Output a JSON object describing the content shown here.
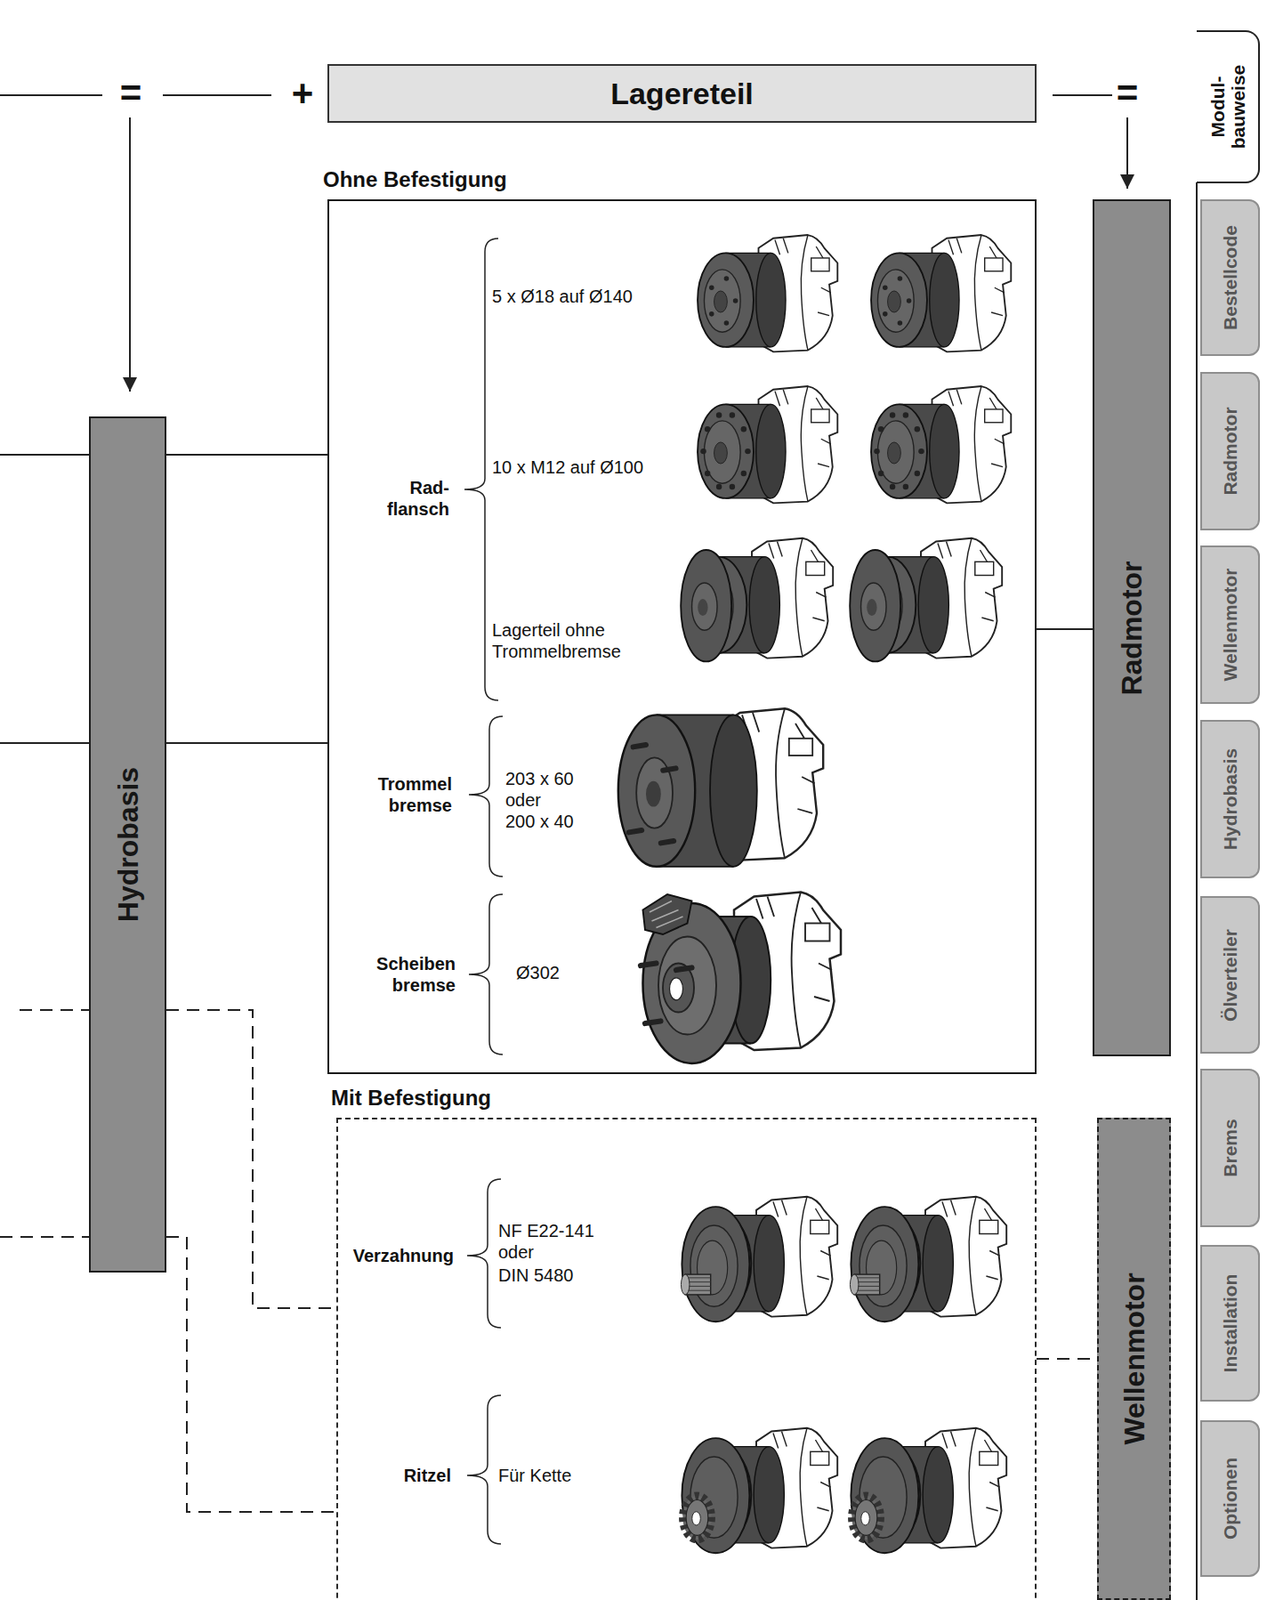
{
  "diagram": {
    "nodes": [
      {
        "text": [
          "Lagereteil"
        ]
      },
      {
        "text": [
          "Hydrobasis"
        ]
      },
      {
        "text": [
          "Ohne Befestigung"
        ]
      },
      {
        "text": [
          "Radmotor"
        ]
      },
      {
        "text": [
          "Mit Befestigung"
        ]
      },
      {
        "text": [
          "Wellenmotor"
        ]
      },
      {
        "text": [
          "Modul- bauweise"
        ]
      },
      {
        "text": [
          "Bestellcode"
        ]
      },
      {
        "text": [
          "Radmotor"
        ]
      },
      {
        "text": [
          "Wellenmotor"
        ]
      },
      {
        "text": [
          "Hydrobasis"
        ]
      },
      {
        "text": [
          "Ölverteiler"
        ]
      },
      {
        "text": [
          "Brems"
        ]
      },
      {
        "text": [
          "Installation"
        ]
      },
      {
        "text": [
          "Optionen"
        ]
      }
    ],
    "edges": [
      {
        "from": 1,
        "to": 2,
        "arrow": "none"
      },
      {
        "from": 1,
        "to": 2,
        "arrow": "none"
      },
      {
        "from": 2,
        "to": 3,
        "arrow": "none"
      },
      {
        "from": 1,
        "to": 4,
        "arrow": "none"
      },
      {
        "from": 1,
        "to": 4,
        "arrow": "none"
      },
      {
        "from": 4,
        "to": 5,
        "arrow": "none"
      }
    ],
    "labels": [
      "=",
      "+",
      "=",
      "Rad- flansch",
      "5 x Ø18 auf Ø140",
      "10 x M12 auf Ø100",
      "Lagerteil ohne Trommelbremse",
      "Trommel bremse",
      "203 x 60",
      "oder",
      "200 x 40",
      "Scheiben bremse",
      "Ø302",
      "Verzahnung",
      "NF E22-141",
      "oder",
      "DIN 5480",
      "Ritzel",
      "Für Kette"
    ]
  }
}
